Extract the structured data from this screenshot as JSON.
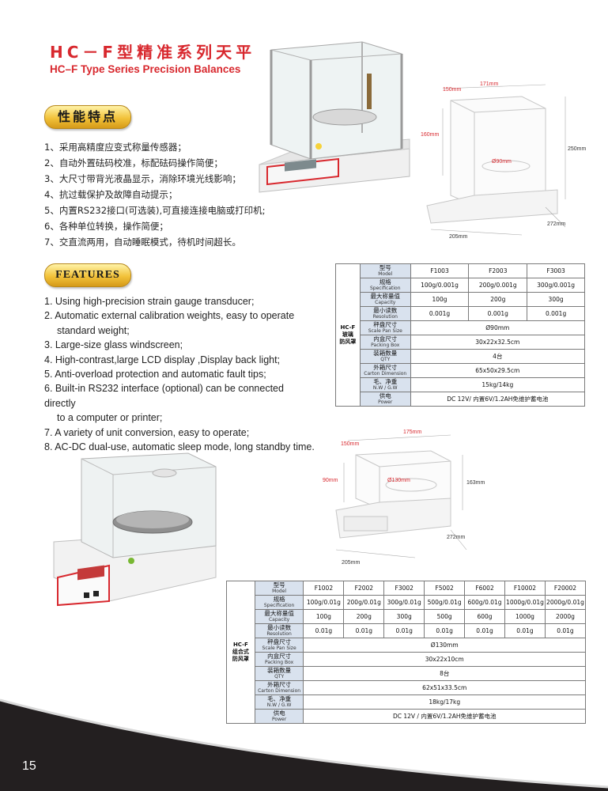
{
  "header": {
    "title_cn": "HC－F型精准系列天平",
    "title_en": "HC–F Type Series Precision Balances"
  },
  "badges": {
    "cn": "性能特点",
    "en": "FEATURES"
  },
  "features_cn": [
    "1、采用高精度应变式称量传感器；",
    "2、自动外置砝码校准，标配砝码操作简便；",
    "3、大尺寸带背光液晶显示，消除环境光线影响；",
    "4、抗过载保护及故障自动提示；",
    "5、内置RS232接口(可选装),可直接连接电脑或打印机;",
    "6、各种单位转换，操作简便；",
    "7、交直流两用，自动睡眠模式，待机时间超长。"
  ],
  "features_en": [
    "1. Using high-precision strain gauge transducer;",
    "2. Automatic external calibration weights, easy to operate",
    "standard weight;",
    "3. Large-size glass windscreen;",
    "4. High-contrast,large LCD display ,Display back light;",
    "5. Anti-overload protection and automatic fault tips;",
    "6. Built-in RS232 interface (optional) can be connected directly",
    "to a computer or printer;",
    "7. A variety of unit conversion, easy to operate;",
    "8. AC-DC dual-use, automatic sleep mode, long standby time."
  ],
  "diagram1": {
    "w": "171mm",
    "d": "150mm",
    "h_inner": "160mm",
    "h": "250mm",
    "pan": "Ø90mm",
    "depth": "272mm",
    "base": "205mm"
  },
  "diagram2": {
    "w": "175mm",
    "d": "150mm",
    "h_inner": "90mm",
    "h": "163mm",
    "pan": "Ø130mm",
    "depth": "272mm",
    "base": "205mm"
  },
  "table1": {
    "sidebar": [
      "HC-F",
      "玻璃",
      "防风罩"
    ],
    "rows": [
      {
        "cn": "型号",
        "en": "Model",
        "vals": [
          "F1003",
          "F2003",
          "F3003"
        ]
      },
      {
        "cn": "规格",
        "en": "Specification",
        "vals": [
          "100g/0.001g",
          "200g/0.001g",
          "300g/0.001g"
        ]
      },
      {
        "cn": "最大称量值",
        "en": "Capacity",
        "vals": [
          "100g",
          "200g",
          "300g"
        ]
      },
      {
        "cn": "最小读数",
        "en": "Resolution",
        "vals": [
          "0.001g",
          "0.001g",
          "0.001g"
        ]
      },
      {
        "cn": "秤盘尺寸",
        "en": "Scale Pan Size",
        "span": "Ø90mm"
      },
      {
        "cn": "内盒尺寸",
        "en": "Packing Box",
        "span": "30x22x32.5cm"
      },
      {
        "cn": "装箱数量",
        "en": "QTY",
        "span": "4台"
      },
      {
        "cn": "外箱尺寸",
        "en": "Carton Dimension",
        "span": "65x50x29.5cm"
      },
      {
        "cn": "毛、净重",
        "en": "N.W / G.W",
        "span": "15kg/14kg"
      },
      {
        "cn": "供电",
        "en": "Power",
        "span": "DC 12V/ 内置6V/1.2AH免维护蓄电池"
      }
    ]
  },
  "table2": {
    "sidebar": [
      "HC-F",
      "组合式",
      "防风罩"
    ],
    "rows": [
      {
        "cn": "型号",
        "en": "Model",
        "vals": [
          "F1002",
          "F2002",
          "F3002",
          "F5002",
          "F6002",
          "F10002",
          "F20002"
        ]
      },
      {
        "cn": "规格",
        "en": "Specification",
        "vals": [
          "100g/0.01g",
          "200g/0.01g",
          "300g/0.01g",
          "500g/0.01g",
          "600g/0.01g",
          "1000g/0.01g",
          "2000g/0.01g"
        ]
      },
      {
        "cn": "最大称量值",
        "en": "Capacity",
        "vals": [
          "100g",
          "200g",
          "300g",
          "500g",
          "600g",
          "1000g",
          "2000g"
        ]
      },
      {
        "cn": "最小读数",
        "en": "Resolution",
        "vals": [
          "0.01g",
          "0.01g",
          "0.01g",
          "0.01g",
          "0.01g",
          "0.01g",
          "0.01g"
        ]
      },
      {
        "cn": "秤盘尺寸",
        "en": "Scale Pan Size",
        "span": "Ø130mm"
      },
      {
        "cn": "内盒尺寸",
        "en": "Packing Box",
        "span": "30x22x10cm"
      },
      {
        "cn": "装箱数量",
        "en": "QTY",
        "span": "8台"
      },
      {
        "cn": "外箱尺寸",
        "en": "Carton Dimension",
        "span": "62x51x33.5cm"
      },
      {
        "cn": "毛、净重",
        "en": "N.W / G.W",
        "span": "18kg/17kg"
      },
      {
        "cn": "供电",
        "en": "Power",
        "span": "DC 12V / 内置6V/1.2AH免维护蓄电池"
      }
    ]
  },
  "footer": {
    "page_number": "15"
  },
  "colors": {
    "accent": "#d8282e",
    "table_label_bg": "#d9e2ee",
    "footer_bg": "#231f20"
  }
}
